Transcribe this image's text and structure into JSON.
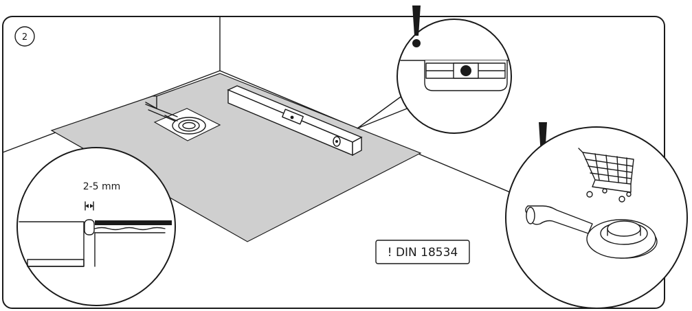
{
  "step": {
    "number": "2"
  },
  "callouts": {
    "gap": {
      "label": "2-5 mm"
    },
    "norm": {
      "label": "! DIN 18534"
    }
  },
  "warnings": {
    "symbol": "!"
  },
  "colors": {
    "floor": "#cfcfcf",
    "line": "#1a1a1a",
    "background": "#ffffff"
  },
  "icons": [
    "spirit-level-icon",
    "drain-outlet-icon",
    "shopping-cart-icon",
    "exclamation-icon"
  ]
}
